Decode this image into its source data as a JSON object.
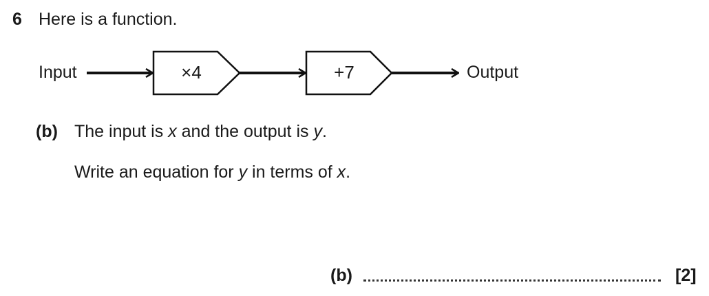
{
  "question": {
    "number": "6",
    "intro": "Here is a function."
  },
  "diagram": {
    "input_label": "Input",
    "output_label": "Output",
    "machines": [
      {
        "operation": "×4"
      },
      {
        "operation": "+7"
      }
    ]
  },
  "part": {
    "label": "(b)",
    "line1": {
      "pre": "The input is ",
      "var1": "x",
      "mid": " and the output is ",
      "var2": "y",
      "post": "."
    },
    "line2": {
      "pre": "Write an equation for ",
      "var1": "y",
      "mid": " in terms of ",
      "var2": "x",
      "post": "."
    }
  },
  "answer": {
    "label": "(b)",
    "value": "",
    "marks": "[2]"
  }
}
